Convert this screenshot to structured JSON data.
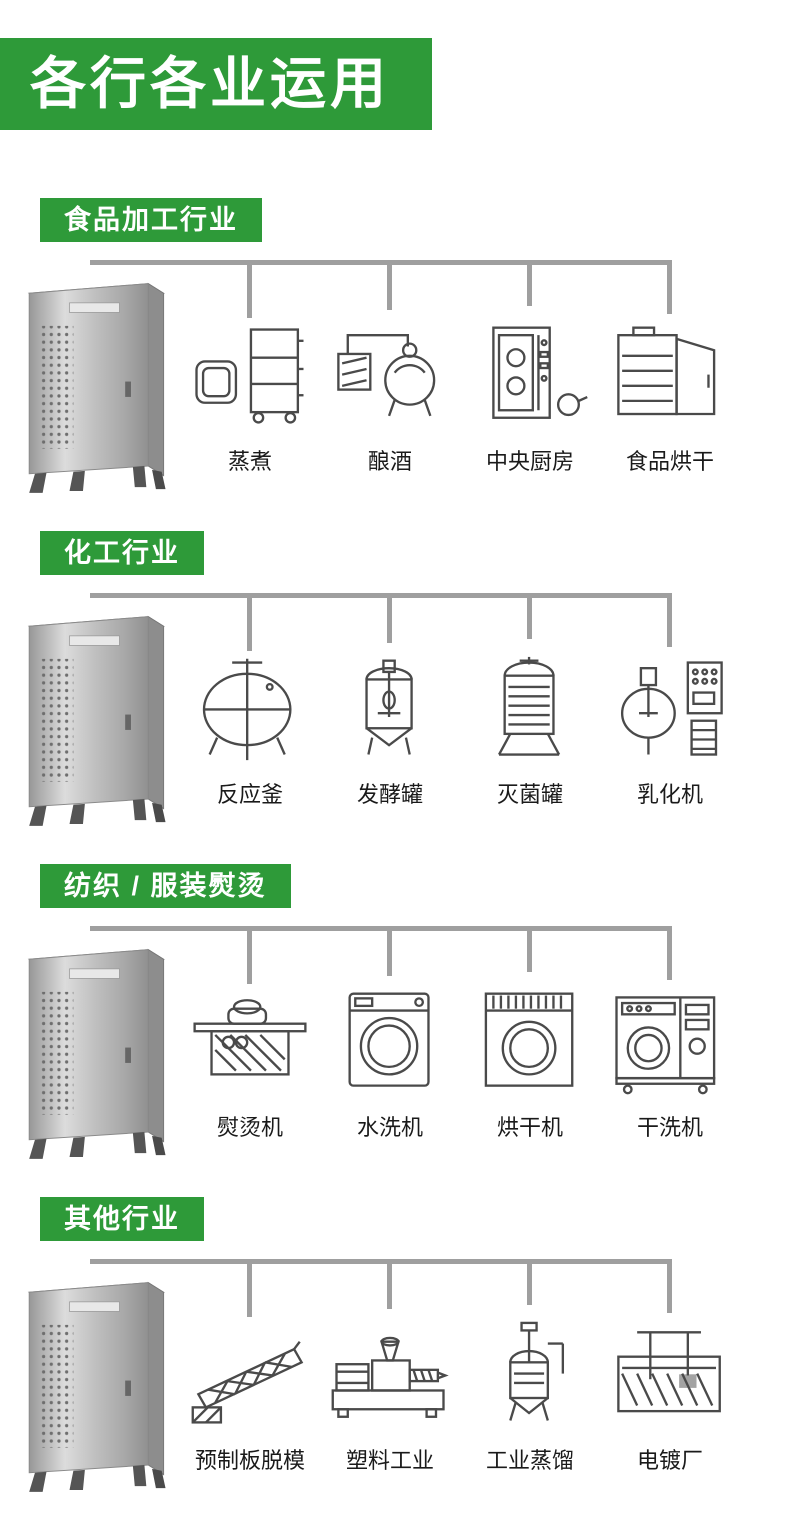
{
  "page": {
    "title": "各行各业运用",
    "accent_color": "#2e9a39",
    "connector_color": "#9f9f9f",
    "label_color": "#1a1a1a",
    "machine_image": "steam-generator-photo"
  },
  "sections": [
    {
      "title": "食品加工行业",
      "items": [
        {
          "label": "蒸煮",
          "icon": "steaming-icon"
        },
        {
          "label": "酿酒",
          "icon": "brewing-icon"
        },
        {
          "label": "中央厨房",
          "icon": "central-kitchen-icon"
        },
        {
          "label": "食品烘干",
          "icon": "food-drying-icon"
        }
      ]
    },
    {
      "title": "化工行业",
      "items": [
        {
          "label": "反应釜",
          "icon": "reactor-icon"
        },
        {
          "label": "发酵罐",
          "icon": "fermentation-tank-icon"
        },
        {
          "label": "灭菌罐",
          "icon": "sterilization-tank-icon"
        },
        {
          "label": "乳化机",
          "icon": "emulsifier-icon"
        }
      ]
    },
    {
      "title": "纺织 / 服装熨烫",
      "items": [
        {
          "label": "熨烫机",
          "icon": "ironing-machine-icon"
        },
        {
          "label": "水洗机",
          "icon": "washing-machine-icon"
        },
        {
          "label": "烘干机",
          "icon": "drying-machine-icon"
        },
        {
          "label": "干洗机",
          "icon": "dry-cleaning-machine-icon"
        }
      ]
    },
    {
      "title": "其他行业",
      "items": [
        {
          "label": "预制板脱模",
          "icon": "precast-demolding-icon"
        },
        {
          "label": "塑料工业",
          "icon": "plastics-industry-icon"
        },
        {
          "label": "工业蒸馏",
          "icon": "industrial-distillation-icon"
        },
        {
          "label": "电镀厂",
          "icon": "electroplating-icon"
        }
      ]
    }
  ]
}
